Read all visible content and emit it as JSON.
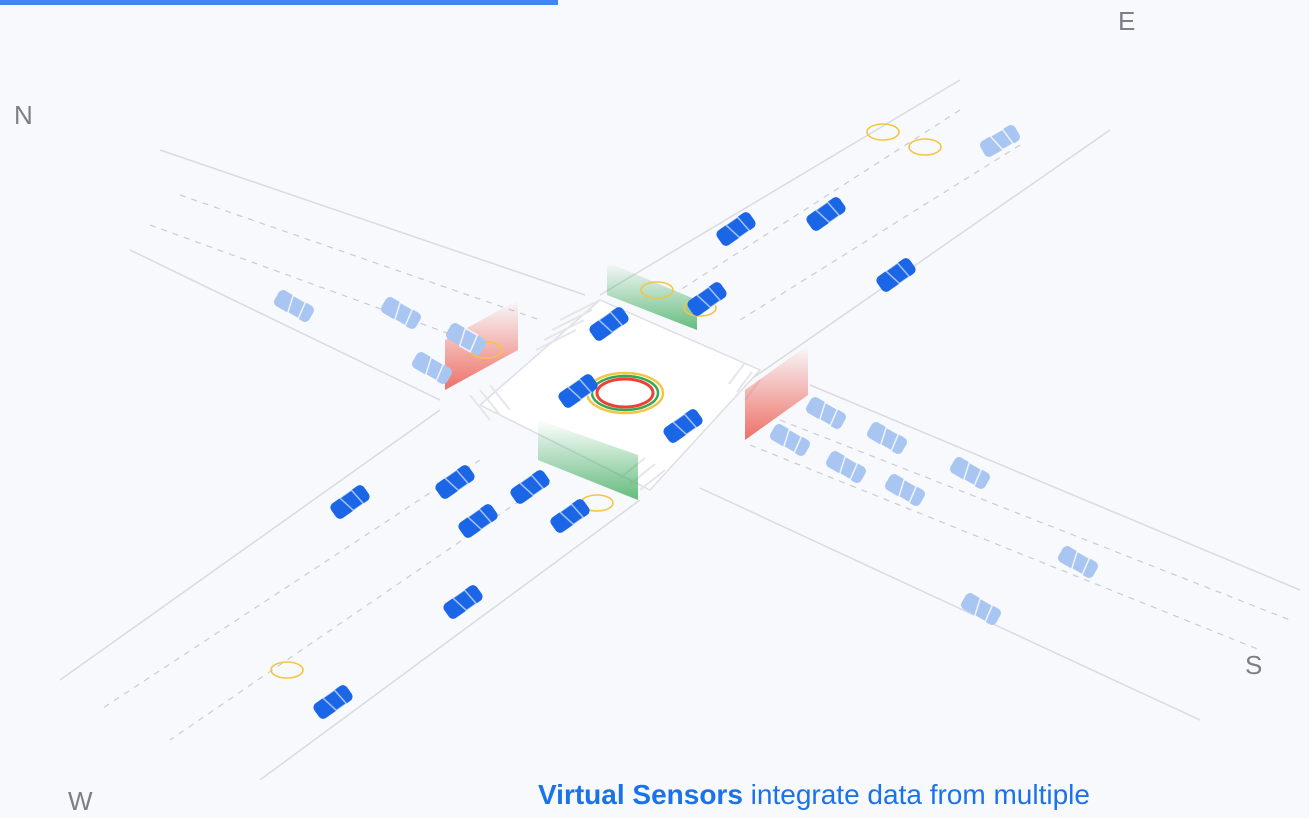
{
  "compass": {
    "north": "N",
    "east": "E",
    "south": "S",
    "west": "W"
  },
  "caption": {
    "highlight": "Virtual Sensors",
    "rest": " integrate data from multiple"
  },
  "colors": {
    "vehicle_active": "#1a66e6",
    "vehicle_inactive": "#a9c6f3",
    "signal_red": "#ea4335",
    "signal_green": "#34a853",
    "sensor_ring_yellow": "#f4c542",
    "accent_bar": "#4285f4"
  }
}
